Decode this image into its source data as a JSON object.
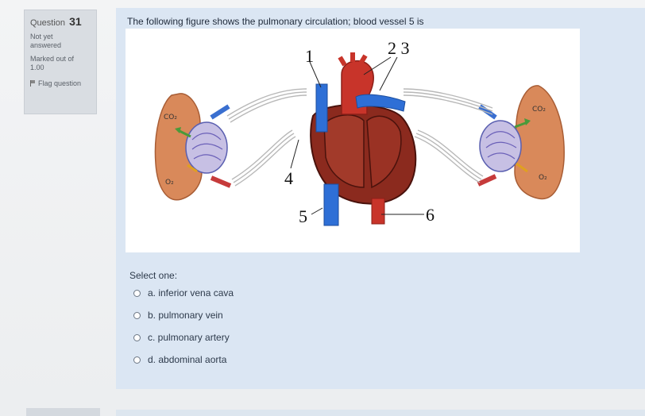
{
  "question_info": {
    "label": "Question",
    "number": "31",
    "state_line1": "Not yet",
    "state_line2": "answered",
    "marked_line1": "Marked out of",
    "marked_line2": "1.00",
    "flag_label": "Flag question"
  },
  "question": {
    "text": "The following figure shows the pulmonary circulation; blood vessel 5 is"
  },
  "figure": {
    "labels": {
      "l1": "1",
      "l23": "2 3",
      "l4": "4",
      "l5": "5",
      "l6": "6",
      "co2": "CO₂",
      "o2": "O₂"
    }
  },
  "answers": {
    "prompt": "Select one:",
    "options": [
      {
        "label": "a. inferior vena cava"
      },
      {
        "label": "b. pulmonary vein"
      },
      {
        "label": "c. pulmonary artery"
      },
      {
        "label": "d. abdominal aorta"
      }
    ]
  }
}
